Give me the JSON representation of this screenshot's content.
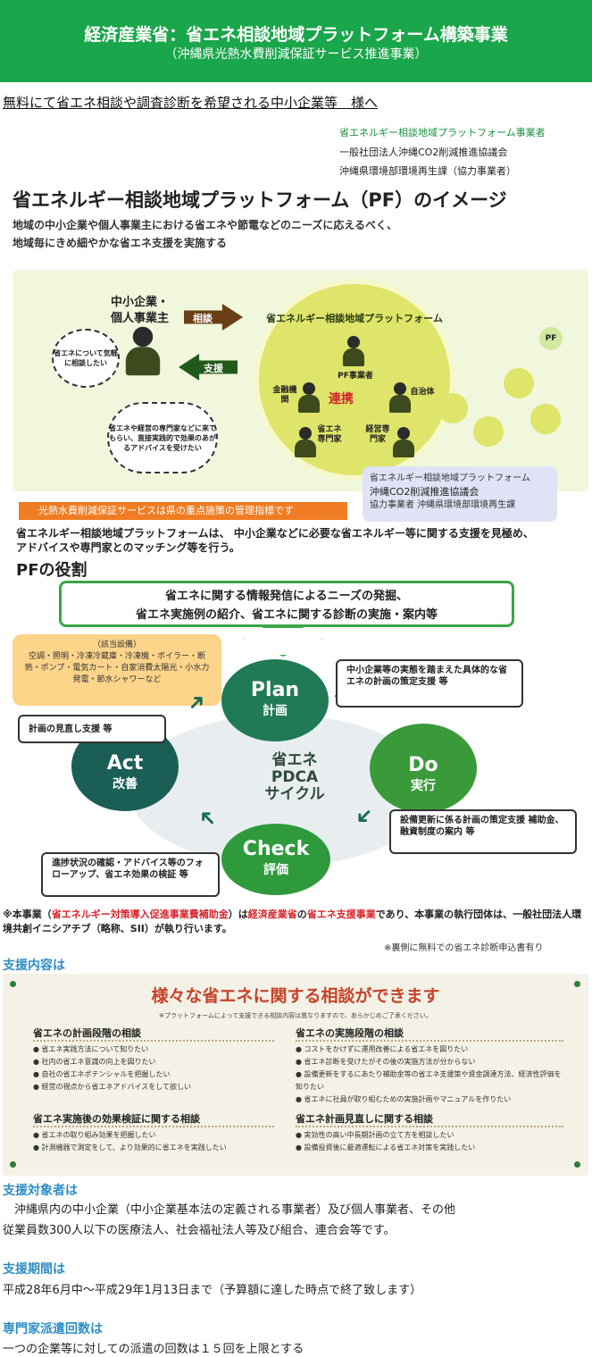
{
  "header": {
    "title": "経済産業省：省エネ相談地域プラットフォーム構築事業",
    "subtitle": "（沖縄県光熱水費削減保証サービス推進事業）"
  },
  "to_line": "無料にて省エネ相談や調査診断を希望される中小企業等　様へ",
  "organizations": {
    "heading": "省エネルギー相談地域プラットフォーム事業者",
    "line1": "一般社団法人沖縄CO2削減推進協議会",
    "line2": "沖縄県環境部環境再生課（協力事業者）"
  },
  "pf_image": {
    "title": "省エネルギー相談地域プラットフォーム（PF）のイメージ",
    "lead1": "地域の中小企業や個人事業主における省エネや節電などのニーズに応えるべく、",
    "lead2": "地域毎にきめ細やかな省エネ支援を実施する",
    "sme_line1": "中小企業・",
    "sme_line2": "個人事業主",
    "consult_arrow": "相談",
    "support_arrow": "支援",
    "bubble1": "省エネについて気軽に相談したい",
    "bubble2": "省エネや経営の専門家などに来てもらい、直接実践的で効果のあがるアドバイスを受けたい",
    "circle_label": "省エネルギー相談地域プラットフォーム",
    "center_node": "PF事業者",
    "renkei": "連携",
    "node_finance": "金融機関",
    "node_local_gov": "自治体",
    "node_energy_expert": "省エネ専門家",
    "node_mgmt_expert": "経営専門家",
    "pf_badge": "PF",
    "box_line1": "省エネルギー相談地域プラットフォーム",
    "box_line2": "沖縄CO2削減推進協議会",
    "box_line3": "協力事業者 沖縄県環境部環境再生課",
    "orange_bar": "光熱水費削減保証サービスは県の重点施策の管理指標です"
  },
  "pf_desc": {
    "line1": "省エネルギー相談地域プラットフォームは、 中小企業などに必要な省エネルギー等に関する支援を見極め、",
    "line2": "アドバイスや専門家とのマッチング等を行う。"
  },
  "role": {
    "title": "PFの役割",
    "info_line1": "省エネに関する情報発信によるニーズの発掘、",
    "info_line2": "省エネ実施例の紹介、省エネに関する診断の実施・案内等",
    "equip_head": "（該当設備）",
    "equip_body": "空調・照明・冷凍冷蔵庫・冷凍機・ボイラー・断熱・ポンプ・電気カート・自家消費太陽光・小水力発電・節水シャワーなど",
    "plan_en": "Plan",
    "plan_jp": "計画",
    "act_en": "Act",
    "act_jp": "改善",
    "do_en": "Do",
    "do_jp": "実行",
    "check_en": "Check",
    "check_jp": "評価",
    "center_l1": "省エネ",
    "center_l2": "PDCA",
    "center_l3": "サイクル",
    "note_plan": "中小企業等の実態を踏まえた具体的な省エネの計画の策定支援 等",
    "note_act": "計画の見直し支援 等",
    "note_do": "設備更新に係る計画の策定支援 補助金、融資制度の案内 等",
    "note_check": "進捗状況の確認・アドバイス等のフォローアップ、省エネ効果の検証 等"
  },
  "footnote": {
    "p1": "※本事業（",
    "p2": "省エネルギー対策導入促進事業費補助金",
    "p3": "）は",
    "p4": "経済産業省",
    "p5": "の",
    "p6": "省エネ支援事業",
    "p7": "であり、本事業の執行団体は、一般社団法人環境共創イニシアチブ（略称、SII）が執り行います。",
    "back_note": "※裏側に無料での省エネ診断申込書有り"
  },
  "support_content": {
    "heading": "支援内容は",
    "title": "様々な省エネに関する相談ができます",
    "subtitle": "※プラットフォームによって支援できる相談内容は異なりますので、あらかじめご了承ください。",
    "q1_head": "省エネの計画段階の相談",
    "q1_items": [
      "省エネ実践方法について知りたい",
      "社内の省エネ意識の向上を図りたい",
      "自社の省エネポテンシャルを把握したい",
      "経営の視点から省エネアドバイスをして欲しい"
    ],
    "q2_head": "省エネの実施段階の相談",
    "q2_items": [
      "コストをかけずに運用改善による省エネを図りたい",
      "省エネ診断を受けたがその後の実施方法が分からない",
      "設備更新をするにあたり補助金等の省エネ支援策や資金調達方法、経済性評価を知りたい",
      "省エネに社員が取り組むための実施計画やマニュアルを作りたい"
    ],
    "q3_head": "省エネ実施後の効果検証に関する相談",
    "q3_items": [
      "省エネの取り組み効果を把握したい",
      "計測機器で測定をして、より効果的に省エネを実践したい"
    ],
    "q4_head": "省エネ計画見直しに関する相談",
    "q4_items": [
      "実効性の高い中長期計画の立て方を相談したい",
      "設備投資後に最適運転による省エネ対策を実践したい"
    ]
  },
  "target": {
    "heading": "支援対象者は",
    "line1": "　沖縄県内の中小企業（中小企業基本法の定義される事業者）及び個人事業者、その他",
    "line2": "従業員数300人以下の医療法人、社会福祉法人等及び組合、連合会等です。"
  },
  "period": {
    "heading": "支援期間は",
    "line1": "平成28年6月中～平成29年1月13日まで（予算額に達した時点で終了致します）"
  },
  "dispatch": {
    "heading": "専門家派遣回数は",
    "line1": "一つの企業等に対しての派遣の回数は１５回を上限とする"
  },
  "colors": {
    "header_green": "#1aa64a",
    "section_blue": "#2e8ec5",
    "accent_red": "#d9242b",
    "orange": "#f07d23"
  }
}
